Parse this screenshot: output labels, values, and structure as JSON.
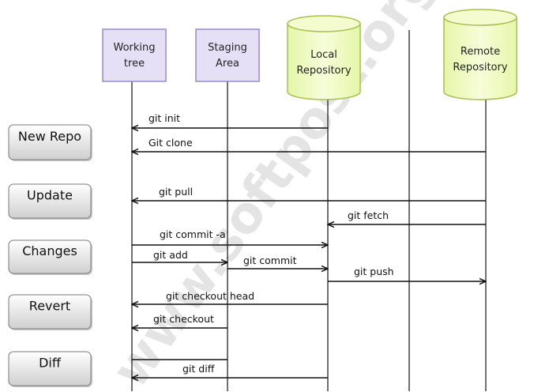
{
  "watermark": "www.softpost.org",
  "lanes": [
    {
      "id": "working",
      "lines": [
        "Working",
        "tree"
      ],
      "shape": "box",
      "fill": "#e6e0f7",
      "stroke": "#9a88cf"
    },
    {
      "id": "staging",
      "lines": [
        "Staging",
        "Area"
      ],
      "shape": "box",
      "fill": "#e6e0f7",
      "stroke": "#9a88cf"
    },
    {
      "id": "local",
      "lines": [
        "Local",
        "Repository"
      ],
      "shape": "cylinder",
      "fill": "#f0fbc8",
      "stroke": "#a6c04c"
    },
    {
      "id": "remote",
      "lines": [
        "Remote",
        "Repository"
      ],
      "shape": "cylinder",
      "fill": "#f0fbc8",
      "stroke": "#a6c04c"
    }
  ],
  "groups": [
    {
      "id": "new-repo",
      "label": "New Repo"
    },
    {
      "id": "update",
      "label": "Update"
    },
    {
      "id": "changes",
      "label": "Changes"
    },
    {
      "id": "revert",
      "label": "Revert"
    },
    {
      "id": "diff",
      "label": "Diff"
    }
  ],
  "commands": [
    {
      "id": "git-init",
      "label": "git init",
      "from": "local",
      "to": "working"
    },
    {
      "id": "git-clone",
      "label": "Git clone",
      "from": "remote",
      "to": "working"
    },
    {
      "id": "git-pull",
      "label": "git pull",
      "from": "remote",
      "to": "working"
    },
    {
      "id": "git-fetch",
      "label": "git fetch",
      "from": "remote",
      "to": "local"
    },
    {
      "id": "git-commit-a",
      "label": "git commit -a",
      "from": "working",
      "to": "local"
    },
    {
      "id": "git-add",
      "label": "git add",
      "from": "working",
      "to": "staging"
    },
    {
      "id": "git-commit",
      "label": "git commit",
      "from": "staging",
      "to": "local"
    },
    {
      "id": "git-push",
      "label": "git push",
      "from": "local",
      "to": "remote"
    },
    {
      "id": "git-checkout-head",
      "label": "git checkout  head",
      "from": "local",
      "to": "working"
    },
    {
      "id": "git-checkout",
      "label": "git checkout",
      "from": "staging",
      "to": "working"
    },
    {
      "id": "git-diff",
      "label": "git diff",
      "from": "local",
      "to": "working"
    }
  ],
  "colors": {
    "line": "#111111",
    "button_stroke": "#7a7a7a",
    "watermark": "#e2e2e2"
  }
}
